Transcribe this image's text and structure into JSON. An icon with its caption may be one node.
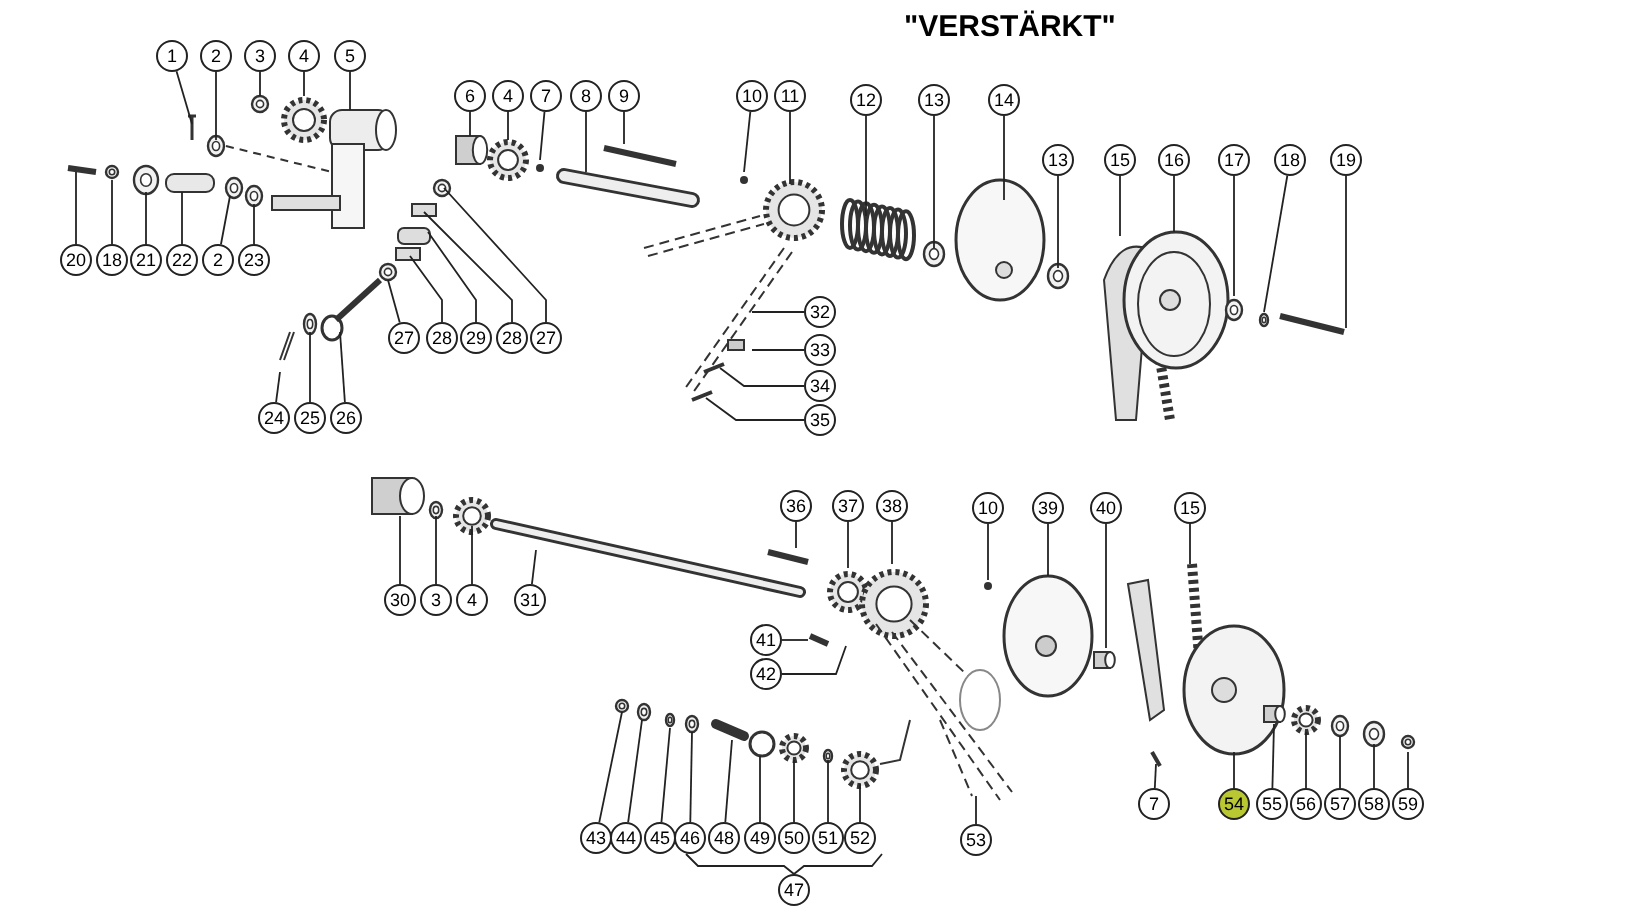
{
  "diagram": {
    "title": "\"VERSTÄRKT\"",
    "nodes": [
      {
        "text": [
          "1"
        ]
      },
      {
        "text": [
          "2"
        ]
      },
      {
        "text": [
          "3"
        ]
      },
      {
        "text": [
          "4"
        ]
      },
      {
        "text": [
          "5"
        ]
      },
      {
        "text": [
          "6"
        ]
      },
      {
        "text": [
          "4"
        ]
      },
      {
        "text": [
          "7"
        ]
      },
      {
        "text": [
          "8"
        ]
      },
      {
        "text": [
          "9"
        ]
      },
      {
        "text": [
          "10"
        ]
      },
      {
        "text": [
          "11"
        ]
      },
      {
        "text": [
          "12"
        ]
      },
      {
        "text": [
          "13"
        ]
      },
      {
        "text": [
          "14"
        ]
      },
      {
        "text": [
          "13"
        ]
      },
      {
        "text": [
          "15"
        ]
      },
      {
        "text": [
          "16"
        ]
      },
      {
        "text": [
          "17"
        ]
      },
      {
        "text": [
          "18"
        ]
      },
      {
        "text": [
          "19"
        ]
      },
      {
        "text": [
          "20"
        ]
      },
      {
        "text": [
          "18"
        ]
      },
      {
        "text": [
          "21"
        ]
      },
      {
        "text": [
          "22"
        ]
      },
      {
        "text": [
          "2"
        ]
      },
      {
        "text": [
          "23"
        ]
      },
      {
        "text": [
          "27"
        ]
      },
      {
        "text": [
          "28"
        ]
      },
      {
        "text": [
          "29"
        ]
      },
      {
        "text": [
          "28"
        ]
      },
      {
        "text": [
          "27"
        ]
      },
      {
        "text": [
          "32"
        ]
      },
      {
        "text": [
          "33"
        ]
      },
      {
        "text": [
          "34"
        ]
      },
      {
        "text": [
          "35"
        ]
      },
      {
        "text": [
          "24"
        ]
      },
      {
        "text": [
          "25"
        ]
      },
      {
        "text": [
          "26"
        ]
      },
      {
        "text": [
          "30"
        ]
      },
      {
        "text": [
          "3"
        ]
      },
      {
        "text": [
          "4"
        ]
      },
      {
        "text": [
          "31"
        ]
      },
      {
        "text": [
          "36"
        ]
      },
      {
        "text": [
          "37"
        ]
      },
      {
        "text": [
          "38"
        ]
      },
      {
        "text": [
          "10"
        ]
      },
      {
        "text": [
          "39"
        ]
      },
      {
        "text": [
          "40"
        ]
      },
      {
        "text": [
          "15"
        ]
      },
      {
        "text": [
          "41"
        ]
      },
      {
        "text": [
          "42"
        ]
      },
      {
        "text": [
          "43"
        ]
      },
      {
        "text": [
          "44"
        ]
      },
      {
        "text": [
          "45"
        ]
      },
      {
        "text": [
          "46"
        ]
      },
      {
        "text": [
          "48"
        ]
      },
      {
        "text": [
          "49"
        ]
      },
      {
        "text": [
          "50"
        ]
      },
      {
        "text": [
          "51"
        ]
      },
      {
        "text": [
          "52"
        ]
      },
      {
        "text": [
          "53"
        ]
      },
      {
        "text": [
          "47"
        ]
      },
      {
        "text": [
          "7"
        ]
      },
      {
        "text": [
          "54"
        ]
      },
      {
        "text": [
          "55"
        ]
      },
      {
        "text": [
          "56"
        ]
      },
      {
        "text": [
          "57"
        ]
      },
      {
        "text": [
          "58"
        ]
      },
      {
        "text": [
          "59"
        ]
      }
    ],
    "edges": [
      {
        "from": 0,
        "to": null,
        "arrow": "none"
      },
      {
        "from": 1,
        "to": null,
        "arrow": "none"
      },
      {
        "from": 2,
        "to": null,
        "arrow": "none"
      },
      {
        "from": 3,
        "to": null,
        "arrow": "none"
      },
      {
        "from": 4,
        "to": null,
        "arrow": "none"
      },
      {
        "from": 5,
        "to": null,
        "arrow": "none"
      },
      {
        "from": 6,
        "to": null,
        "arrow": "none"
      },
      {
        "from": 7,
        "to": null,
        "arrow": "none"
      },
      {
        "from": 8,
        "to": null,
        "arrow": "none"
      },
      {
        "from": 9,
        "to": null,
        "arrow": "none"
      },
      {
        "from": 10,
        "to": null,
        "arrow": "none"
      },
      {
        "from": 11,
        "to": null,
        "arrow": "none"
      },
      {
        "from": 12,
        "to": null,
        "arrow": "none"
      },
      {
        "from": 13,
        "to": null,
        "arrow": "none"
      },
      {
        "from": 14,
        "to": null,
        "arrow": "none"
      },
      {
        "from": 15,
        "to": null,
        "arrow": "none"
      },
      {
        "from": 16,
        "to": null,
        "arrow": "none"
      },
      {
        "from": 17,
        "to": null,
        "arrow": "none"
      },
      {
        "from": 18,
        "to": null,
        "arrow": "none"
      },
      {
        "from": 19,
        "to": null,
        "arrow": "none"
      },
      {
        "from": 20,
        "to": null,
        "arrow": "none"
      },
      {
        "from": 21,
        "to": null,
        "arrow": "none"
      },
      {
        "from": 22,
        "to": null,
        "arrow": "none"
      },
      {
        "from": 23,
        "to": null,
        "arrow": "none"
      },
      {
        "from": 24,
        "to": null,
        "arrow": "none"
      },
      {
        "from": 25,
        "to": null,
        "arrow": "none"
      },
      {
        "from": 26,
        "to": null,
        "arrow": "none"
      },
      {
        "from": 27,
        "to": null,
        "arrow": "none"
      },
      {
        "from": 28,
        "to": null,
        "arrow": "none"
      },
      {
        "from": 29,
        "to": null,
        "arrow": "none"
      },
      {
        "from": 30,
        "to": null,
        "arrow": "none"
      },
      {
        "from": 31,
        "to": null,
        "arrow": "none"
      },
      {
        "from": 32,
        "to": null,
        "arrow": "none"
      },
      {
        "from": 33,
        "to": null,
        "arrow": "none"
      },
      {
        "from": 34,
        "to": null,
        "arrow": "none"
      },
      {
        "from": 35,
        "to": null,
        "arrow": "none"
      },
      {
        "from": 36,
        "to": null,
        "arrow": "none"
      },
      {
        "from": 37,
        "to": null,
        "arrow": "none"
      },
      {
        "from": 38,
        "to": null,
        "arrow": "none"
      },
      {
        "from": 39,
        "to": null,
        "arrow": "none"
      },
      {
        "from": 40,
        "to": null,
        "arrow": "none"
      },
      {
        "from": 41,
        "to": null,
        "arrow": "none"
      },
      {
        "from": 42,
        "to": null,
        "arrow": "none"
      },
      {
        "from": 43,
        "to": null,
        "arrow": "none"
      },
      {
        "from": 44,
        "to": null,
        "arrow": "none"
      },
      {
        "from": 45,
        "to": null,
        "arrow": "none"
      },
      {
        "from": 46,
        "to": null,
        "arrow": "none"
      },
      {
        "from": 47,
        "to": null,
        "arrow": "none"
      },
      {
        "from": 48,
        "to": null,
        "arrow": "none"
      },
      {
        "from": 49,
        "to": null,
        "arrow": "none"
      },
      {
        "from": 50,
        "to": null,
        "arrow": "none"
      },
      {
        "from": 51,
        "to": null,
        "arrow": "none"
      },
      {
        "from": 52,
        "to": null,
        "arrow": "none"
      },
      {
        "from": 53,
        "to": null,
        "arrow": "none"
      },
      {
        "from": 54,
        "to": null,
        "arrow": "none"
      },
      {
        "from": 55,
        "to": null,
        "arrow": "none"
      },
      {
        "from": 56,
        "to": null,
        "arrow": "none"
      },
      {
        "from": 57,
        "to": null,
        "arrow": "none"
      },
      {
        "from": 58,
        "to": null,
        "arrow": "none"
      },
      {
        "from": 59,
        "to": null,
        "arrow": "none"
      },
      {
        "from": 60,
        "to": null,
        "arrow": "none"
      },
      {
        "from": 61,
        "to": null,
        "arrow": "none"
      },
      {
        "from": 63,
        "to": null,
        "arrow": "none"
      },
      {
        "from": 64,
        "to": null,
        "arrow": "none"
      },
      {
        "from": 65,
        "to": null,
        "arrow": "none"
      },
      {
        "from": 66,
        "to": null,
        "arrow": "none"
      },
      {
        "from": 67,
        "to": null,
        "arrow": "none"
      },
      {
        "from": 68,
        "to": null,
        "arrow": "none"
      },
      {
        "from": 69,
        "to": null,
        "arrow": "none"
      }
    ]
  }
}
